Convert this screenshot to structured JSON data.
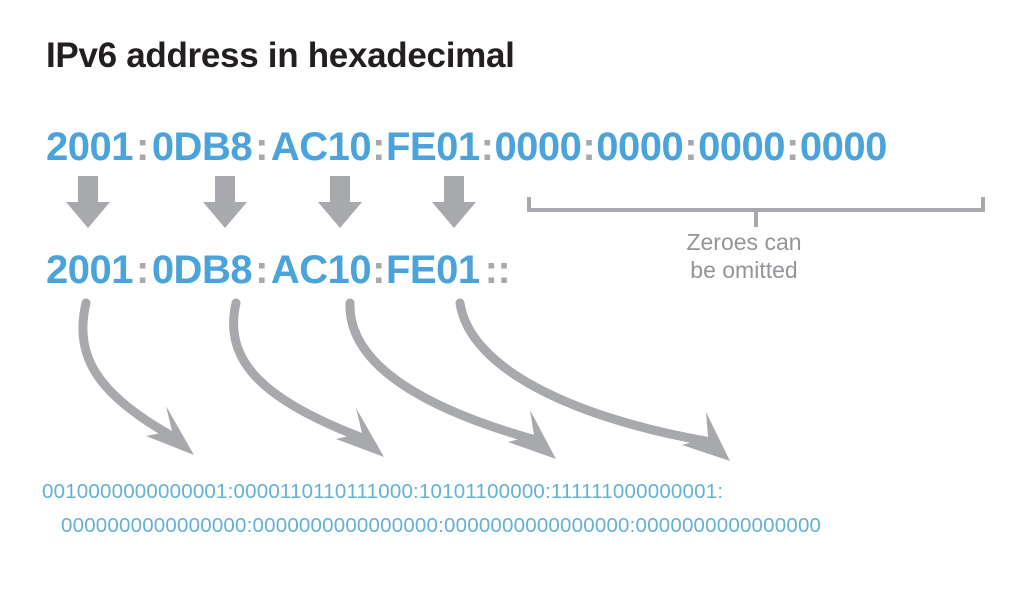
{
  "title": "IPv6 address in hexadecimal",
  "colors": {
    "hex_blue": "#4ba3db",
    "separator_gray": "#a7a9ac",
    "arrow_gray": "#a7a9ac",
    "caption_gray": "#939598",
    "binary_blue": "#64b1d4",
    "title_black": "#231f20",
    "background": "#ffffff"
  },
  "full_address": {
    "separator": ":",
    "groups": [
      "2001",
      "0DB8",
      "AC10",
      "FE01",
      "0000",
      "0000",
      "0000",
      "0000"
    ]
  },
  "short_address": {
    "separator": ":",
    "double_separator": "::",
    "groups": [
      "2001",
      "0DB8",
      "AC10",
      "FE01"
    ]
  },
  "annotation": {
    "caption_line_1": "Zeroes can",
    "caption_line_2": "be omitted",
    "bracket_covers_groups": [
      "0000",
      "0000",
      "0000",
      "0000"
    ]
  },
  "down_arrows": {
    "count": 4,
    "direction": "down",
    "maps_groups": [
      "2001",
      "0DB8",
      "AC10",
      "FE01"
    ]
  },
  "curved_arrows": {
    "count": 4,
    "direction": "down-right",
    "maps_groups": [
      "2001",
      "0DB8",
      "AC10",
      "FE01"
    ]
  },
  "binary": {
    "separator": ":",
    "row_1": "0010000000000001:0000110110111000:10101100000:111111000000001:",
    "row_2": "0000000000000000:0000000000000000:0000000000000000:0000000000000000"
  }
}
